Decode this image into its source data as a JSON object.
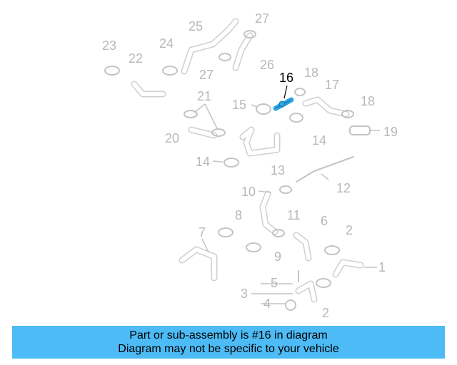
{
  "diagram": {
    "highlighted_part": "16",
    "callouts": [
      "1",
      "2",
      "2",
      "3",
      "4",
      "5",
      "6",
      "7",
      "8",
      "9",
      "10",
      "11",
      "12",
      "13",
      "14",
      "14",
      "15",
      "16",
      "17",
      "18",
      "18",
      "19",
      "20",
      "21",
      "22",
      "23",
      "24",
      "25",
      "26",
      "27",
      "27"
    ],
    "colors": {
      "highlight": "#2aa7e6",
      "faded": "#c4c4c4",
      "banner": "#4dbbf5"
    }
  },
  "banner": {
    "line1": "Part or sub-assembly is #16 in diagram",
    "line2": "Diagram may not be specific to your vehicle"
  }
}
